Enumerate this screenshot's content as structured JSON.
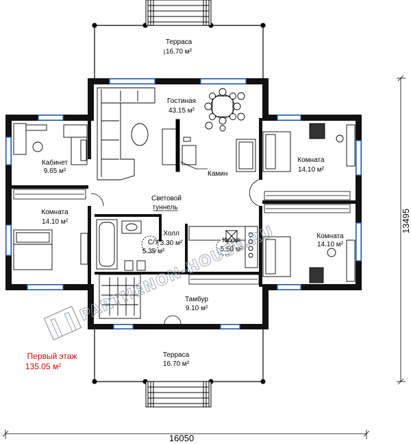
{
  "rooms": [
    {
      "id": "terrace-top",
      "name": "Терраса",
      "area": "16.70 м²"
    },
    {
      "id": "living",
      "name": "Гостиная",
      "area": "43.15 м²"
    },
    {
      "id": "study",
      "name": "Кабинет",
      "area": "9.65 м²"
    },
    {
      "id": "room-left",
      "name": "Комната",
      "area": "14.10 м²"
    },
    {
      "id": "room-right-top",
      "name": "Комната",
      "area": "14.10 м²"
    },
    {
      "id": "room-right-bottom",
      "name": "Комната",
      "area": "14.10 м²"
    },
    {
      "id": "wc",
      "name": "С/У",
      "area": "5.35 м²"
    },
    {
      "id": "hall",
      "name": "Холл",
      "area": "3.30 м²"
    },
    {
      "id": "kitchen",
      "name": "Кухня",
      "area": "5.50 м²"
    },
    {
      "id": "vestibule",
      "name": "Тамбур",
      "area": "9.10 м²"
    },
    {
      "id": "terrace-bottom",
      "name": "Терраса",
      "area": "16.70 м²"
    }
  ],
  "callouts": {
    "fireplace": "Камин",
    "light_tunnel_1": "Световой",
    "light_tunnel_2": "туннель"
  },
  "dimensions": {
    "width": "16050",
    "height": "13495"
  },
  "floor": {
    "title": "Первый этаж",
    "area": "135.05 м²"
  },
  "watermark": "PARTHENON-HOUSE.RU",
  "colors": {
    "wall": "#000000",
    "window": "#2a6fd6",
    "floor_label": "#e00000",
    "watermark": "#9aa0a8"
  }
}
